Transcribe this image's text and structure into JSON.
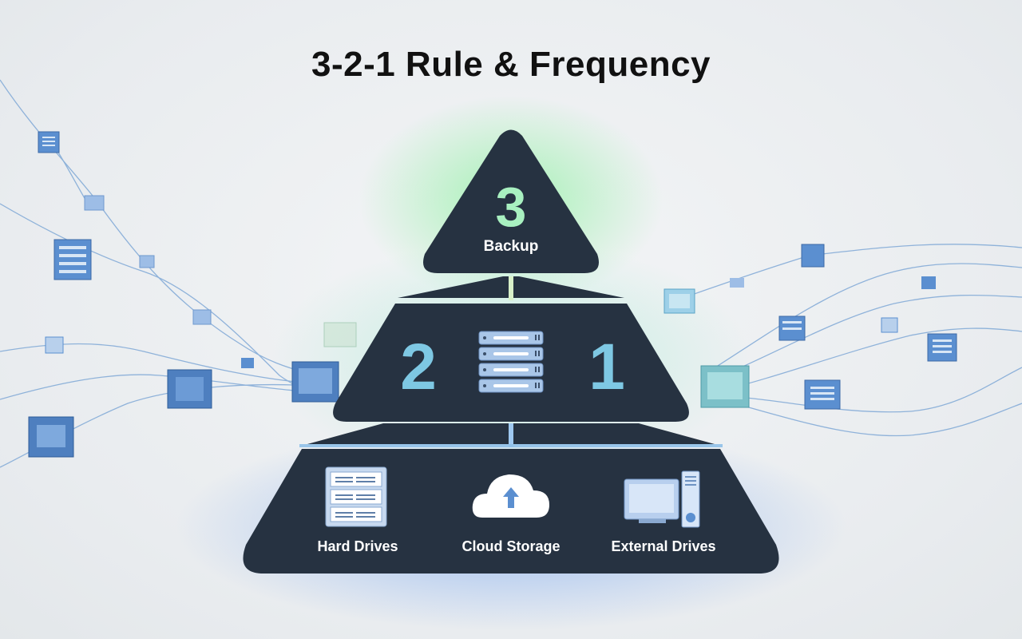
{
  "title": "3-2-1 Rule & Frequency",
  "pyramid": {
    "top": {
      "number": "3",
      "label": "Backup"
    },
    "middle": {
      "left_number": "2",
      "right_number": "1",
      "icon": "server-rack-icon"
    },
    "base": {
      "items": [
        {
          "label": "Hard Drives",
          "icon": "hard-drive-icon"
        },
        {
          "label": "Cloud Storage",
          "icon": "cloud-upload-icon"
        },
        {
          "label": "External Drives",
          "icon": "desktop-computer-icon"
        }
      ]
    }
  },
  "colors": {
    "tier_fill": "#263241",
    "number_accent": "#7ec8e3",
    "top_number": "#a8f0c0",
    "glow_green": "#8cf0a0",
    "glow_blue": "#7aa8f0",
    "network_line": "#7fa8d6",
    "node_fill": "#5b8fd0"
  }
}
